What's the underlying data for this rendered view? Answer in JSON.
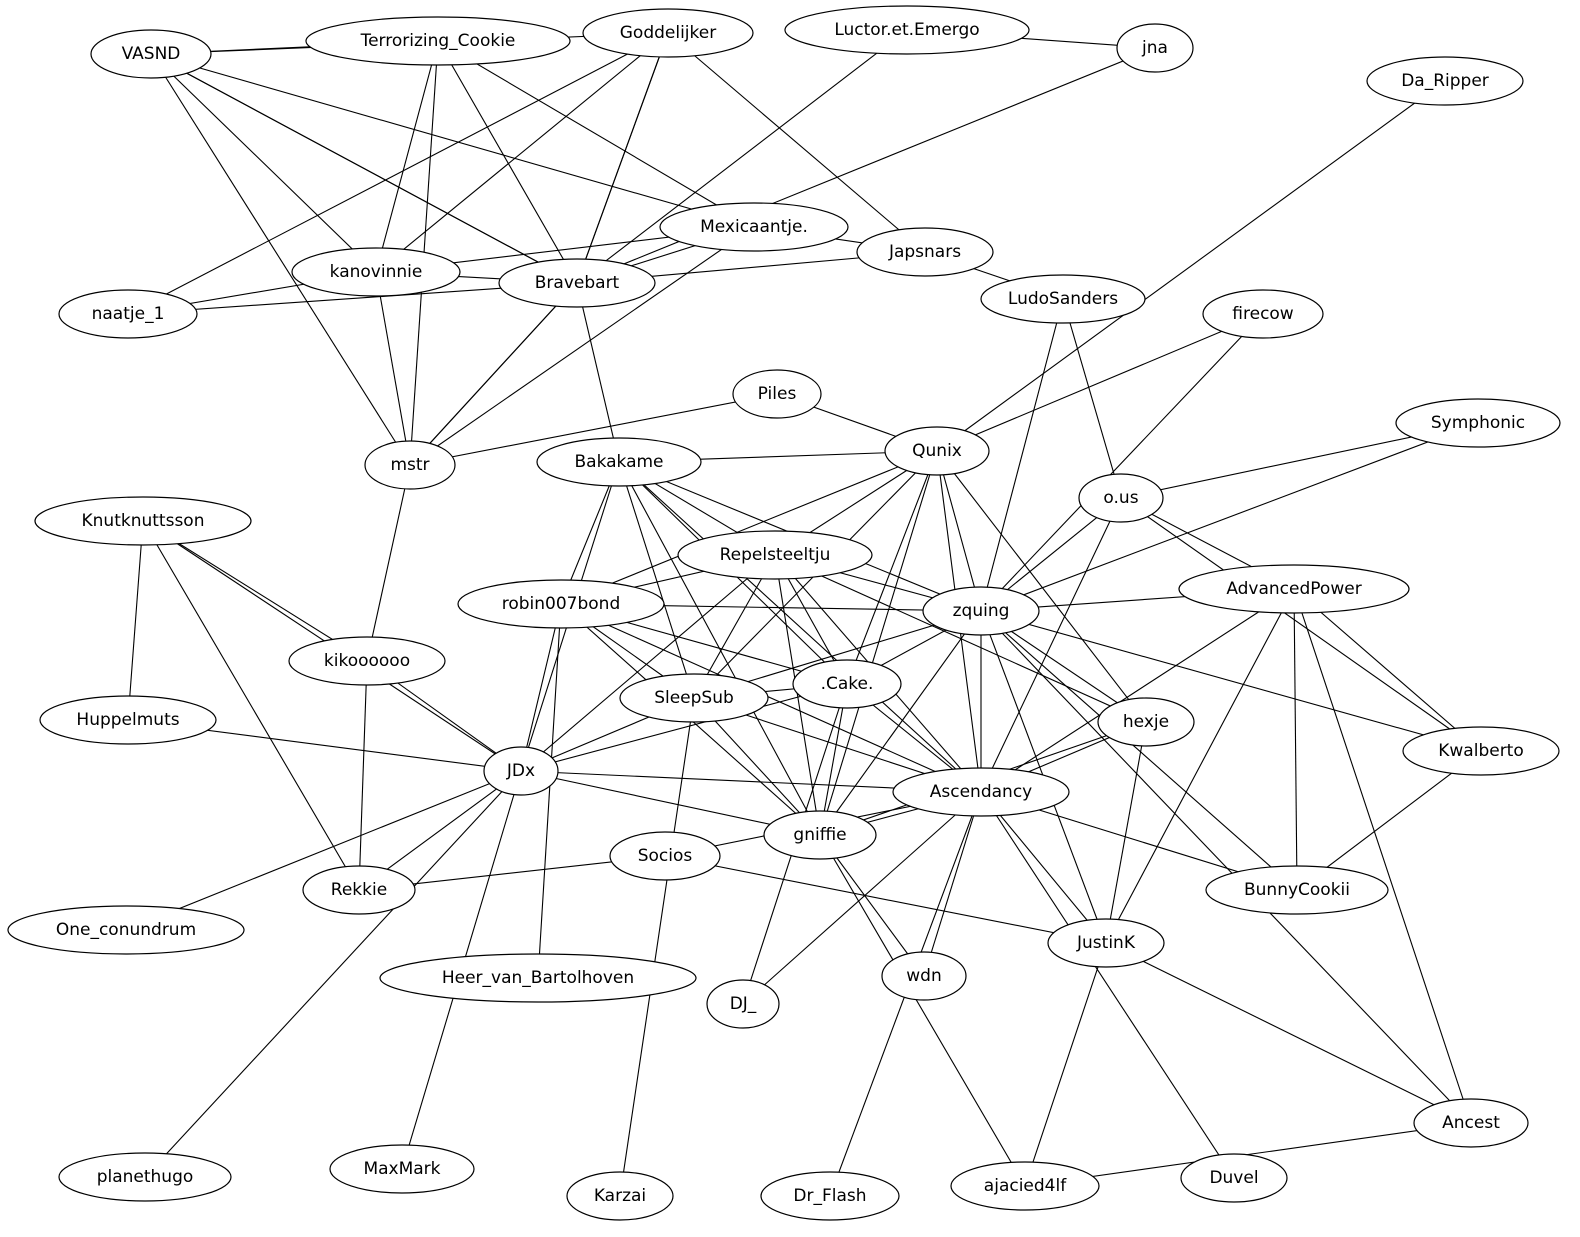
{
  "graph": {
    "nodes": [
      {
        "id": "VASND",
        "label": "VASND"
      },
      {
        "id": "Terrorizing_Cookie",
        "label": "Terrorizing_Cookie"
      },
      {
        "id": "Goddelijker",
        "label": "Goddelijker"
      },
      {
        "id": "Luctor",
        "label": "Luctor.et.Emergo"
      },
      {
        "id": "jna",
        "label": "jna"
      },
      {
        "id": "Da_Ripper",
        "label": "Da_Ripper"
      },
      {
        "id": "Mexicaantje",
        "label": "Mexicaantje."
      },
      {
        "id": "Japsnars",
        "label": "Japsnars"
      },
      {
        "id": "kanovinnie",
        "label": "kanovinnie"
      },
      {
        "id": "Bravebart",
        "label": "Bravebart"
      },
      {
        "id": "naatje_1",
        "label": "naatje_1"
      },
      {
        "id": "LudoSanders",
        "label": "LudoSanders"
      },
      {
        "id": "firecow",
        "label": "firecow"
      },
      {
        "id": "Piles",
        "label": "Piles"
      },
      {
        "id": "Symphonic",
        "label": "Symphonic"
      },
      {
        "id": "mstr",
        "label": "mstr"
      },
      {
        "id": "Bakakame",
        "label": "Bakakame"
      },
      {
        "id": "Qunix",
        "label": "Qunix"
      },
      {
        "id": "ous",
        "label": "o.us"
      },
      {
        "id": "Knutknuttsson",
        "label": "Knutknuttsson"
      },
      {
        "id": "Repelsteeltju",
        "label": "Repelsteeltju"
      },
      {
        "id": "AdvancedPower",
        "label": "AdvancedPower"
      },
      {
        "id": "robin007bond",
        "label": "robin007bond"
      },
      {
        "id": "zquing",
        "label": "zquing"
      },
      {
        "id": "kikoooooo",
        "label": "kikoooooo"
      },
      {
        "id": "Cake",
        "label": ".Cake."
      },
      {
        "id": "SleepSub",
        "label": "SleepSub"
      },
      {
        "id": "hexje",
        "label": "hexje"
      },
      {
        "id": "Huppelmuts",
        "label": "Huppelmuts"
      },
      {
        "id": "Kwalberto",
        "label": "Kwalberto"
      },
      {
        "id": "JDx",
        "label": "JDx"
      },
      {
        "id": "Ascendancy",
        "label": "Ascendancy"
      },
      {
        "id": "gniffie",
        "label": "gniffie"
      },
      {
        "id": "Socios",
        "label": "Socios"
      },
      {
        "id": "Rekkie",
        "label": "Rekkie"
      },
      {
        "id": "BunnyCookii",
        "label": "BunnyCookii"
      },
      {
        "id": "One_conundrum",
        "label": "One_conundrum"
      },
      {
        "id": "JustinK",
        "label": "JustinK"
      },
      {
        "id": "Heer_van_Bartolhoven",
        "label": "Heer_van_Bartolhoven"
      },
      {
        "id": "wdn",
        "label": "wdn"
      },
      {
        "id": "DJ_",
        "label": "DJ_"
      },
      {
        "id": "Ancest",
        "label": "Ancest"
      },
      {
        "id": "planethugo",
        "label": "planethugo"
      },
      {
        "id": "MaxMark",
        "label": "MaxMark"
      },
      {
        "id": "Karzai",
        "label": "Karzai"
      },
      {
        "id": "Dr_Flash",
        "label": "Dr_Flash"
      },
      {
        "id": "ajacied4lf",
        "label": "ajacied4lf"
      },
      {
        "id": "Duvel",
        "label": "Duvel"
      }
    ],
    "edges": [
      [
        "VASND",
        "Terrorizing_Cookie"
      ],
      [
        "VASND",
        "Goddelijker"
      ],
      [
        "VASND",
        "kanovinnie"
      ],
      [
        "VASND",
        "Bravebart"
      ],
      [
        "VASND",
        "Bravebart"
      ],
      [
        "VASND",
        "Mexicaantje"
      ],
      [
        "VASND",
        "mstr"
      ],
      [
        "Terrorizing_Cookie",
        "kanovinnie"
      ],
      [
        "Terrorizing_Cookie",
        "Bravebart"
      ],
      [
        "Terrorizing_Cookie",
        "Mexicaantje"
      ],
      [
        "Terrorizing_Cookie",
        "mstr"
      ],
      [
        "Goddelijker",
        "naatje_1"
      ],
      [
        "Goddelijker",
        "kanovinnie"
      ],
      [
        "Goddelijker",
        "Bravebart"
      ],
      [
        "Goddelijker",
        "Bravebart"
      ],
      [
        "Goddelijker",
        "Japsnars"
      ],
      [
        "Luctor",
        "jna"
      ],
      [
        "Luctor",
        "Bravebart"
      ],
      [
        "jna",
        "Bravebart"
      ],
      [
        "Da_Ripper",
        "Qunix"
      ],
      [
        "Mexicaantje",
        "kanovinnie"
      ],
      [
        "Mexicaantje",
        "Bravebart"
      ],
      [
        "Mexicaantje",
        "Japsnars"
      ],
      [
        "Mexicaantje",
        "mstr"
      ],
      [
        "Japsnars",
        "Bravebart"
      ],
      [
        "Japsnars",
        "LudoSanders"
      ],
      [
        "kanovinnie",
        "Bravebart"
      ],
      [
        "kanovinnie",
        "naatje_1"
      ],
      [
        "kanovinnie",
        "mstr"
      ],
      [
        "naatje_1",
        "Bravebart"
      ],
      [
        "Bravebart",
        "mstr"
      ],
      [
        "Bravebart",
        "mstr"
      ],
      [
        "Bravebart",
        "Bakakame"
      ],
      [
        "LudoSanders",
        "ous"
      ],
      [
        "LudoSanders",
        "zquing"
      ],
      [
        "firecow",
        "Qunix"
      ],
      [
        "firecow",
        "zquing"
      ],
      [
        "Piles",
        "mstr"
      ],
      [
        "Piles",
        "Qunix"
      ],
      [
        "Symphonic",
        "ous"
      ],
      [
        "Symphonic",
        "zquing"
      ],
      [
        "mstr",
        "kikoooooo"
      ],
      [
        "Bakakame",
        "Qunix"
      ],
      [
        "Bakakame",
        "Repelsteeltju"
      ],
      [
        "Bakakame",
        "robin007bond"
      ],
      [
        "Bakakame",
        "zquing"
      ],
      [
        "Bakakame",
        "SleepSub"
      ],
      [
        "Bakakame",
        "Cake"
      ],
      [
        "Bakakame",
        "JDx"
      ],
      [
        "Bakakame",
        "Ascendancy"
      ],
      [
        "Bakakame",
        "gniffie"
      ],
      [
        "Qunix",
        "Repelsteeltju"
      ],
      [
        "Qunix",
        "robin007bond"
      ],
      [
        "Qunix",
        "zquing"
      ],
      [
        "Qunix",
        "SleepSub"
      ],
      [
        "Qunix",
        "Cake"
      ],
      [
        "Qunix",
        "hexje"
      ],
      [
        "Qunix",
        "Ascendancy"
      ],
      [
        "Qunix",
        "gniffie"
      ],
      [
        "ous",
        "zquing"
      ],
      [
        "ous",
        "AdvancedPower"
      ],
      [
        "ous",
        "Kwalberto"
      ],
      [
        "ous",
        "Ascendancy"
      ],
      [
        "Knutknuttsson",
        "kikoooooo"
      ],
      [
        "Knutknuttsson",
        "Huppelmuts"
      ],
      [
        "Knutknuttsson",
        "JDx"
      ],
      [
        "Knutknuttsson",
        "Rekkie"
      ],
      [
        "Repelsteeltju",
        "robin007bond"
      ],
      [
        "Repelsteeltju",
        "zquing"
      ],
      [
        "Repelsteeltju",
        "SleepSub"
      ],
      [
        "Repelsteeltju",
        "Cake"
      ],
      [
        "Repelsteeltju",
        "JDx"
      ],
      [
        "Repelsteeltju",
        "hexje"
      ],
      [
        "Repelsteeltju",
        "Ascendancy"
      ],
      [
        "Repelsteeltju",
        "gniffie"
      ],
      [
        "AdvancedPower",
        "zquing"
      ],
      [
        "AdvancedPower",
        "Kwalberto"
      ],
      [
        "AdvancedPower",
        "Ascendancy"
      ],
      [
        "AdvancedPower",
        "BunnyCookii"
      ],
      [
        "AdvancedPower",
        "JustinK"
      ],
      [
        "AdvancedPower",
        "Ancest"
      ],
      [
        "robin007bond",
        "zquing"
      ],
      [
        "robin007bond",
        "SleepSub"
      ],
      [
        "robin007bond",
        "Cake"
      ],
      [
        "robin007bond",
        "JDx"
      ],
      [
        "robin007bond",
        "Ascendancy"
      ],
      [
        "robin007bond",
        "gniffie"
      ],
      [
        "robin007bond",
        "Heer_van_Bartolhoven"
      ],
      [
        "zquing",
        "SleepSub"
      ],
      [
        "zquing",
        "Cake"
      ],
      [
        "zquing",
        "hexje"
      ],
      [
        "zquing",
        "Kwalberto"
      ],
      [
        "zquing",
        "Ascendancy"
      ],
      [
        "zquing",
        "gniffie"
      ],
      [
        "zquing",
        "BunnyCookii"
      ],
      [
        "zquing",
        "JustinK"
      ],
      [
        "zquing",
        "Ancest"
      ],
      [
        "kikoooooo",
        "JDx"
      ],
      [
        "kikoooooo",
        "Rekkie"
      ],
      [
        "Cake",
        "SleepSub"
      ],
      [
        "Cake",
        "JDx"
      ],
      [
        "Cake",
        "Ascendancy"
      ],
      [
        "Cake",
        "gniffie"
      ],
      [
        "Cake",
        "DJ_"
      ],
      [
        "SleepSub",
        "JDx"
      ],
      [
        "SleepSub",
        "Ascendancy"
      ],
      [
        "SleepSub",
        "gniffie"
      ],
      [
        "SleepSub",
        "Karzai"
      ],
      [
        "hexje",
        "Ascendancy"
      ],
      [
        "hexje",
        "gniffie"
      ],
      [
        "hexje",
        "JustinK"
      ],
      [
        "Huppelmuts",
        "JDx"
      ],
      [
        "Kwalberto",
        "BunnyCookii"
      ],
      [
        "JDx",
        "Ascendancy"
      ],
      [
        "JDx",
        "gniffie"
      ],
      [
        "JDx",
        "Rekkie"
      ],
      [
        "JDx",
        "One_conundrum"
      ],
      [
        "JDx",
        "planethugo"
      ],
      [
        "JDx",
        "MaxMark"
      ],
      [
        "Ascendancy",
        "gniffie"
      ],
      [
        "Ascendancy",
        "Socios"
      ],
      [
        "Ascendancy",
        "BunnyCookii"
      ],
      [
        "Ascendancy",
        "JustinK"
      ],
      [
        "Ascendancy",
        "wdn"
      ],
      [
        "Ascendancy",
        "DJ_"
      ],
      [
        "Ascendancy",
        "Dr_Flash"
      ],
      [
        "Ascendancy",
        "Duvel"
      ],
      [
        "gniffie",
        "wdn"
      ],
      [
        "gniffie",
        "ajacied4lf"
      ],
      [
        "Socios",
        "Rekkie"
      ],
      [
        "Socios",
        "JustinK"
      ],
      [
        "JustinK",
        "ajacied4lf"
      ],
      [
        "JustinK",
        "Ancest"
      ],
      [
        "Ancest",
        "ajacied4lf"
      ]
    ]
  }
}
